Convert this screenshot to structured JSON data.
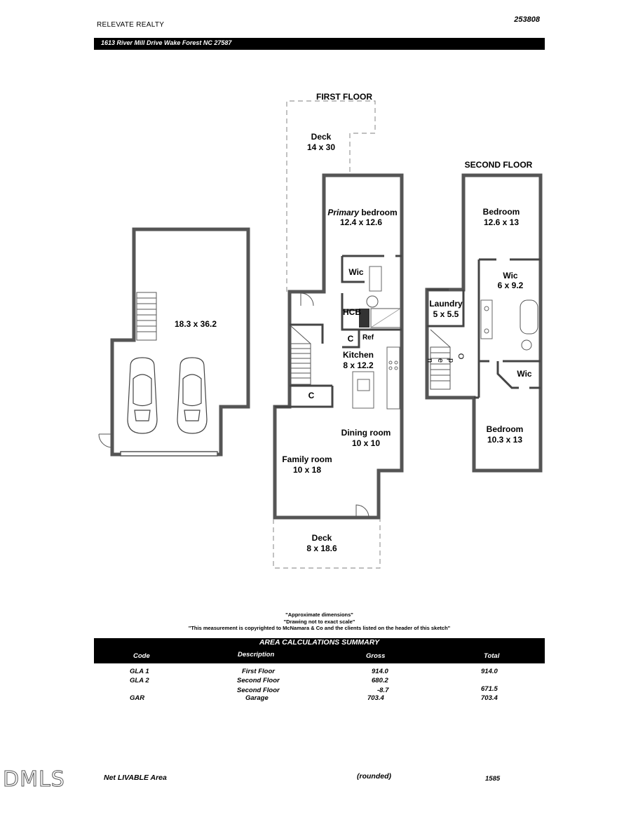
{
  "header": {
    "company": "RELEVATE REALTY",
    "sketch_id": "253808",
    "address": "1613 River Mill Drive Wake Forest NC 27587"
  },
  "plan": {
    "first_floor_title": "FIRST FLOOR",
    "second_floor_title": "SECOND FLOOR",
    "rooms": {
      "deck_top_name": "Deck",
      "deck_top_dim": "14 x 30",
      "primary_word": "Primary",
      "primary_rest": " bedroom",
      "primary_dim": "12.4 x 12.6",
      "wic1": "Wic",
      "hcb": "HCB",
      "c1": "C",
      "ref": "Ref",
      "kitchen_name": "Kitchen",
      "kitchen_dim": "8 x 12.2",
      "c2": "C",
      "dining_name": "Dining room",
      "dining_dim": "10 x 10",
      "family_name": "Family room",
      "family_dim": "10 x 18",
      "deck_bottom_name": "Deck",
      "deck_bottom_dim": "8 x 18.6",
      "garage_dim": "18.3 x 36.2",
      "bed1_name": "Bedroom",
      "bed1_dim": "12.6 x 13",
      "wic2_name": "Wic",
      "wic2_dim": "6 x 9.2",
      "laundry_name": "Laundry",
      "laundry_dim": "5 x 5.5",
      "open_l1": "O",
      "open_l2": "p",
      "open_l3": "e",
      "open_l4": "n",
      "wic3": "Wic",
      "bed2_name": "Bedroom",
      "bed2_dim": "10.3 x 13"
    }
  },
  "notes": {
    "line1": "\"Approximate dimensions\"",
    "line2": "\"Drawing not to exact scale\"",
    "line3": "\"This measurement is copyrighted to McNamara & Co and the clients listed on the header of this sketch\""
  },
  "summary": {
    "title": "AREA CALCULATIONS SUMMARY",
    "col_code": "Code",
    "col_desc": "Description",
    "col_gross": "Gross",
    "col_total": "Total",
    "rows": [
      {
        "code": "GLA  1",
        "desc": "First Floor",
        "gross": "914.0",
        "total": "914.0"
      },
      {
        "code": "GLA 2",
        "desc": "Second Floor",
        "gross": "680.2",
        "total": ""
      },
      {
        "code": "",
        "desc": "Second Floor",
        "gross": "-8.7",
        "total": "671.5"
      },
      {
        "code": "GAR",
        "desc": "Garage",
        "gross": "703.4",
        "total": "703.4"
      }
    ],
    "net_label": "Net LIVABLE Area",
    "rounded": "(rounded)",
    "net_total": "1585"
  },
  "watermark": "DMLS"
}
